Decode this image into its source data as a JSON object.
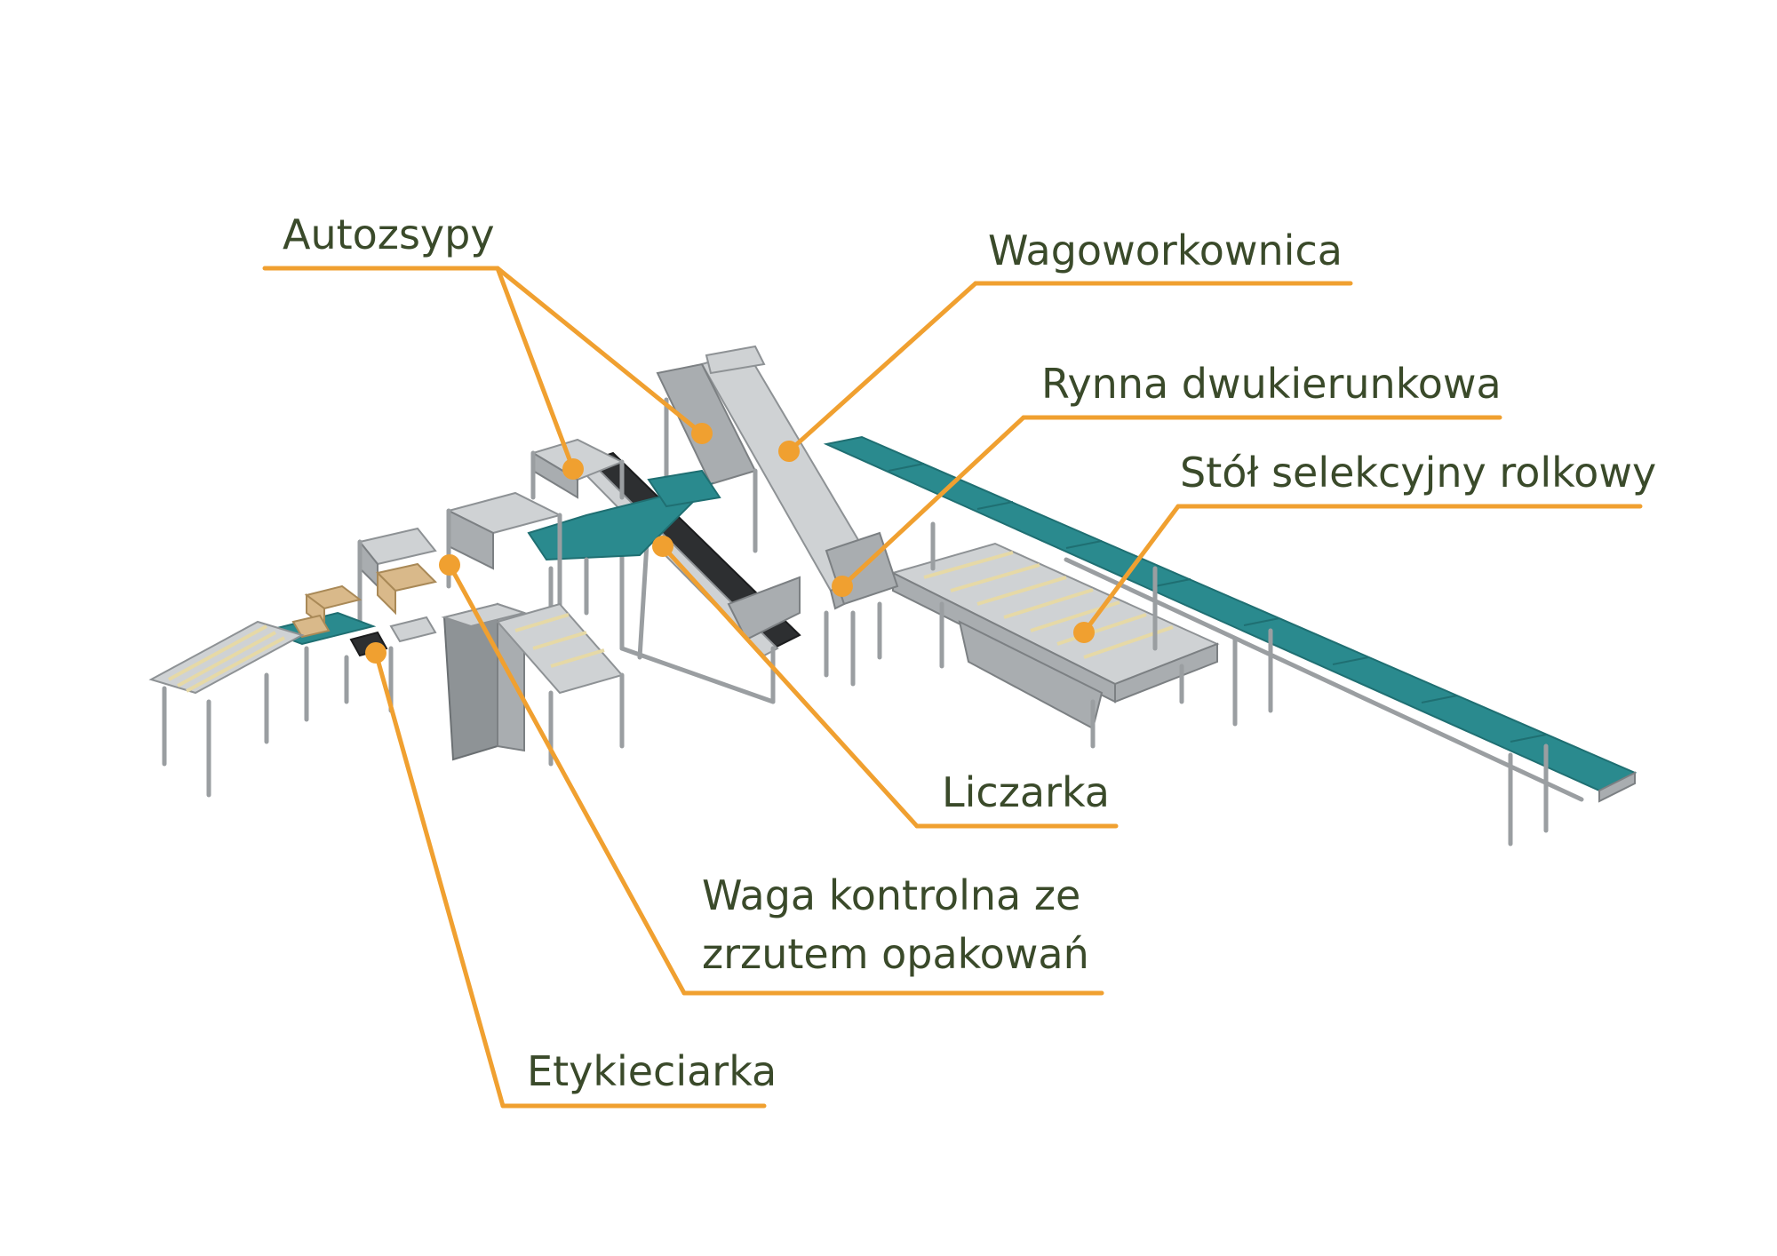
{
  "labels": {
    "autozsypy": "Autozsypy",
    "wagoworkownica": "Wagoworkownica",
    "rynna": "Rynna dwukierunkowa",
    "stol": "Stół selekcyjny rolkowy",
    "liczarka": "Liczarka",
    "waga_line1": "Waga kontrolna ze",
    "waga_line2": "zrzutem opakowań",
    "etykieciarka": "Etykieciarka"
  },
  "colors": {
    "leader": "#f0a030",
    "label_text": "#3a4a2a",
    "belt": "#2a8a8e",
    "steel": "#cfd2d4"
  }
}
